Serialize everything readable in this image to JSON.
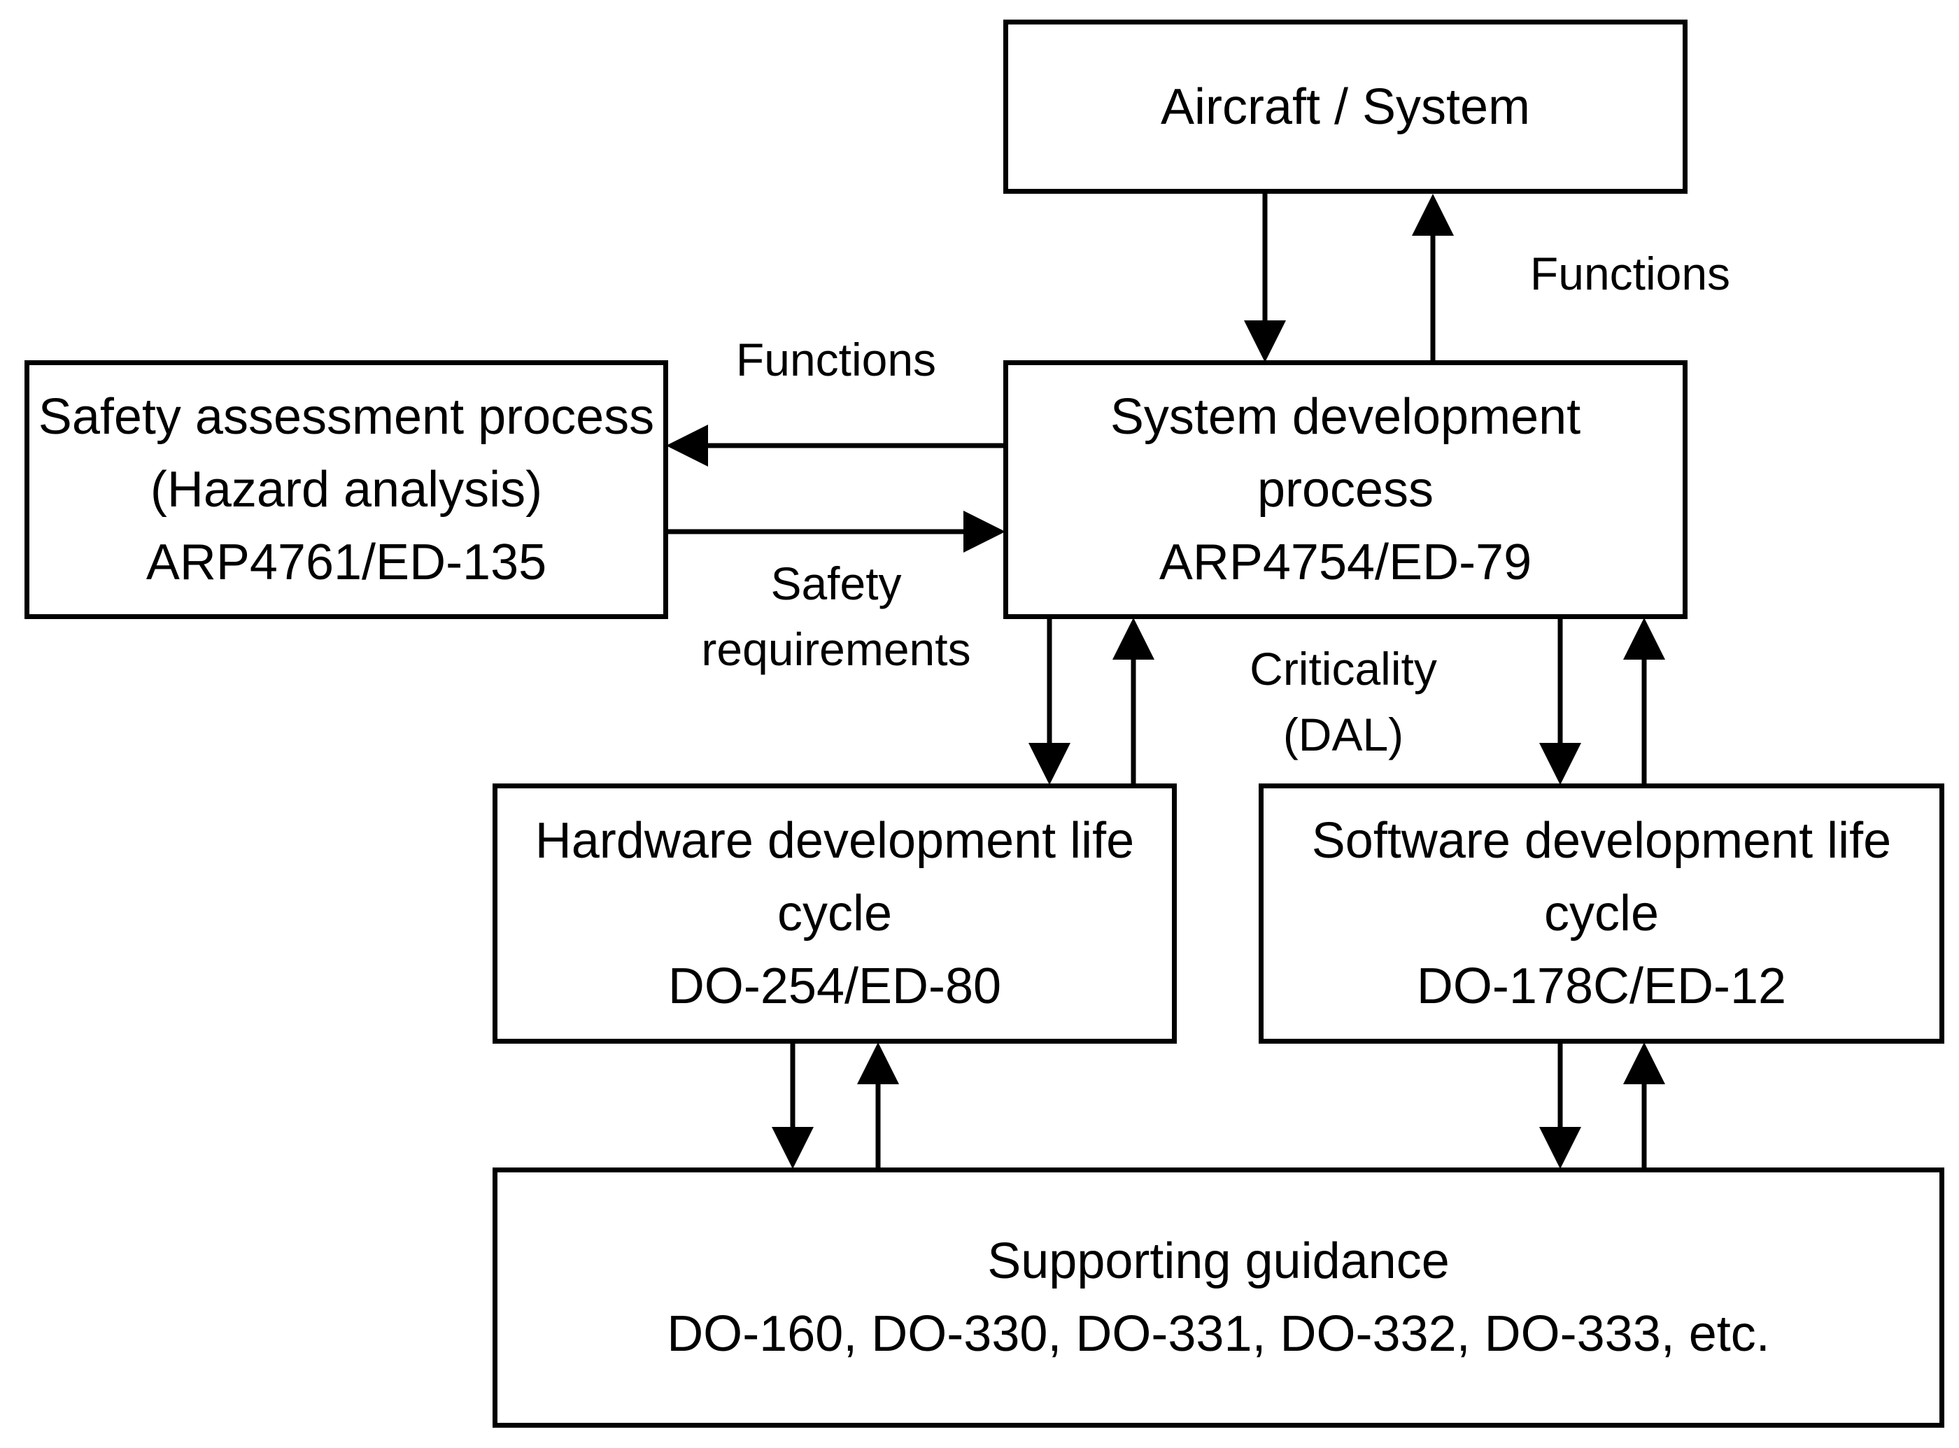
{
  "boxes": {
    "aircraft": {
      "lines": [
        "Aircraft / System"
      ]
    },
    "safety": {
      "lines": [
        "Safety assessment process",
        "(Hazard analysis)",
        "ARP4761/ED-135"
      ]
    },
    "system": {
      "lines": [
        "System development",
        "process",
        "ARP4754/ED-79"
      ]
    },
    "hardware": {
      "lines": [
        "Hardware development life",
        "cycle",
        "DO-254/ED-80"
      ]
    },
    "software": {
      "lines": [
        "Software development life",
        "cycle",
        "DO-178C/ED-12"
      ]
    },
    "supporting": {
      "lines": [
        "Supporting guidance",
        "DO-160, DO-330, DO-331, DO-332, DO-333, etc."
      ]
    }
  },
  "labels": {
    "functions_top": "Functions",
    "functions_left": "Functions",
    "safety_requirements": [
      "Safety",
      "requirements"
    ],
    "criticality": [
      "Criticality",
      "(DAL)"
    ]
  },
  "colors": {
    "stroke": "#000000",
    "background": "#ffffff"
  }
}
